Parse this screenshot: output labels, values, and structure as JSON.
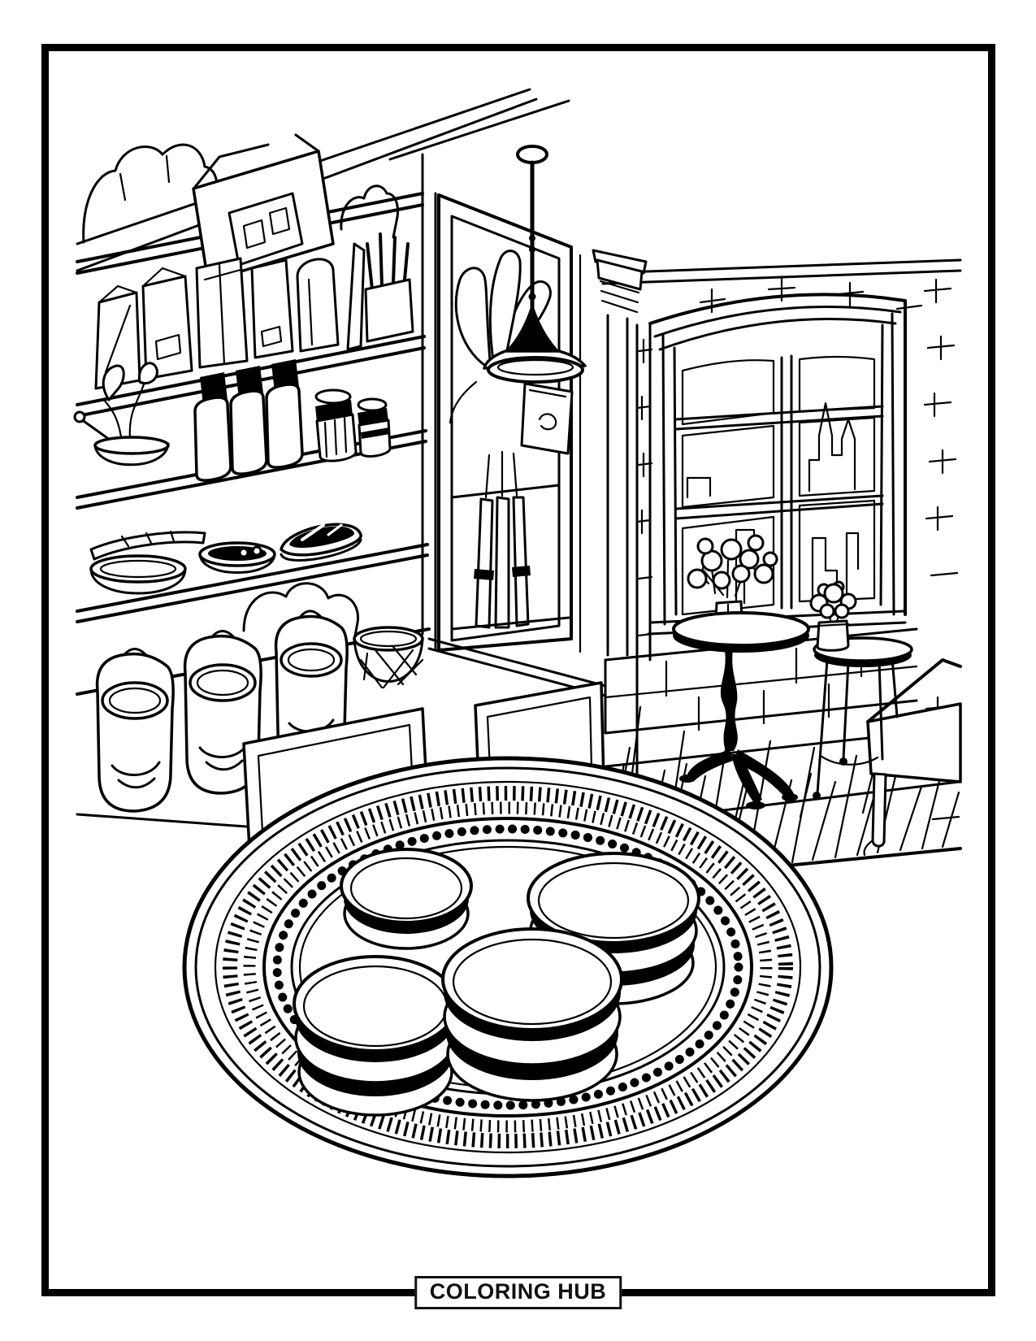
{
  "page": {
    "background_color": "#ffffff",
    "line_color": "#000000",
    "footer": {
      "label": "COLORING HUB"
    }
  },
  "scene": {
    "description": "Black-and-white line-art coloring page of a cozy bakery cafe interior with shelves of goods, a pendant lamp, an arched window with a city skyline, bistro tables, and a large ornate plate stacked with fluffy pancakes in the foreground",
    "elements": [
      "ceiling-beams",
      "bakery-shelves",
      "bread-loaves",
      "pantry-box",
      "flour-bags",
      "breadsticks",
      "sprout-bowl",
      "milk-bottles",
      "storage-jars",
      "baking-pans",
      "woven-baskets",
      "wire-basket",
      "display-cabinet",
      "hanging-sign",
      "leaf-decor",
      "pendant-lamp",
      "pillar",
      "brick-wall",
      "arched-window",
      "city-skyline",
      "window-seat",
      "flower-vase",
      "pedestal-table",
      "side-table",
      "potted-plant",
      "bench",
      "wood-floor",
      "counter-panels",
      "ornate-plate",
      "pancake-stacks"
    ]
  }
}
